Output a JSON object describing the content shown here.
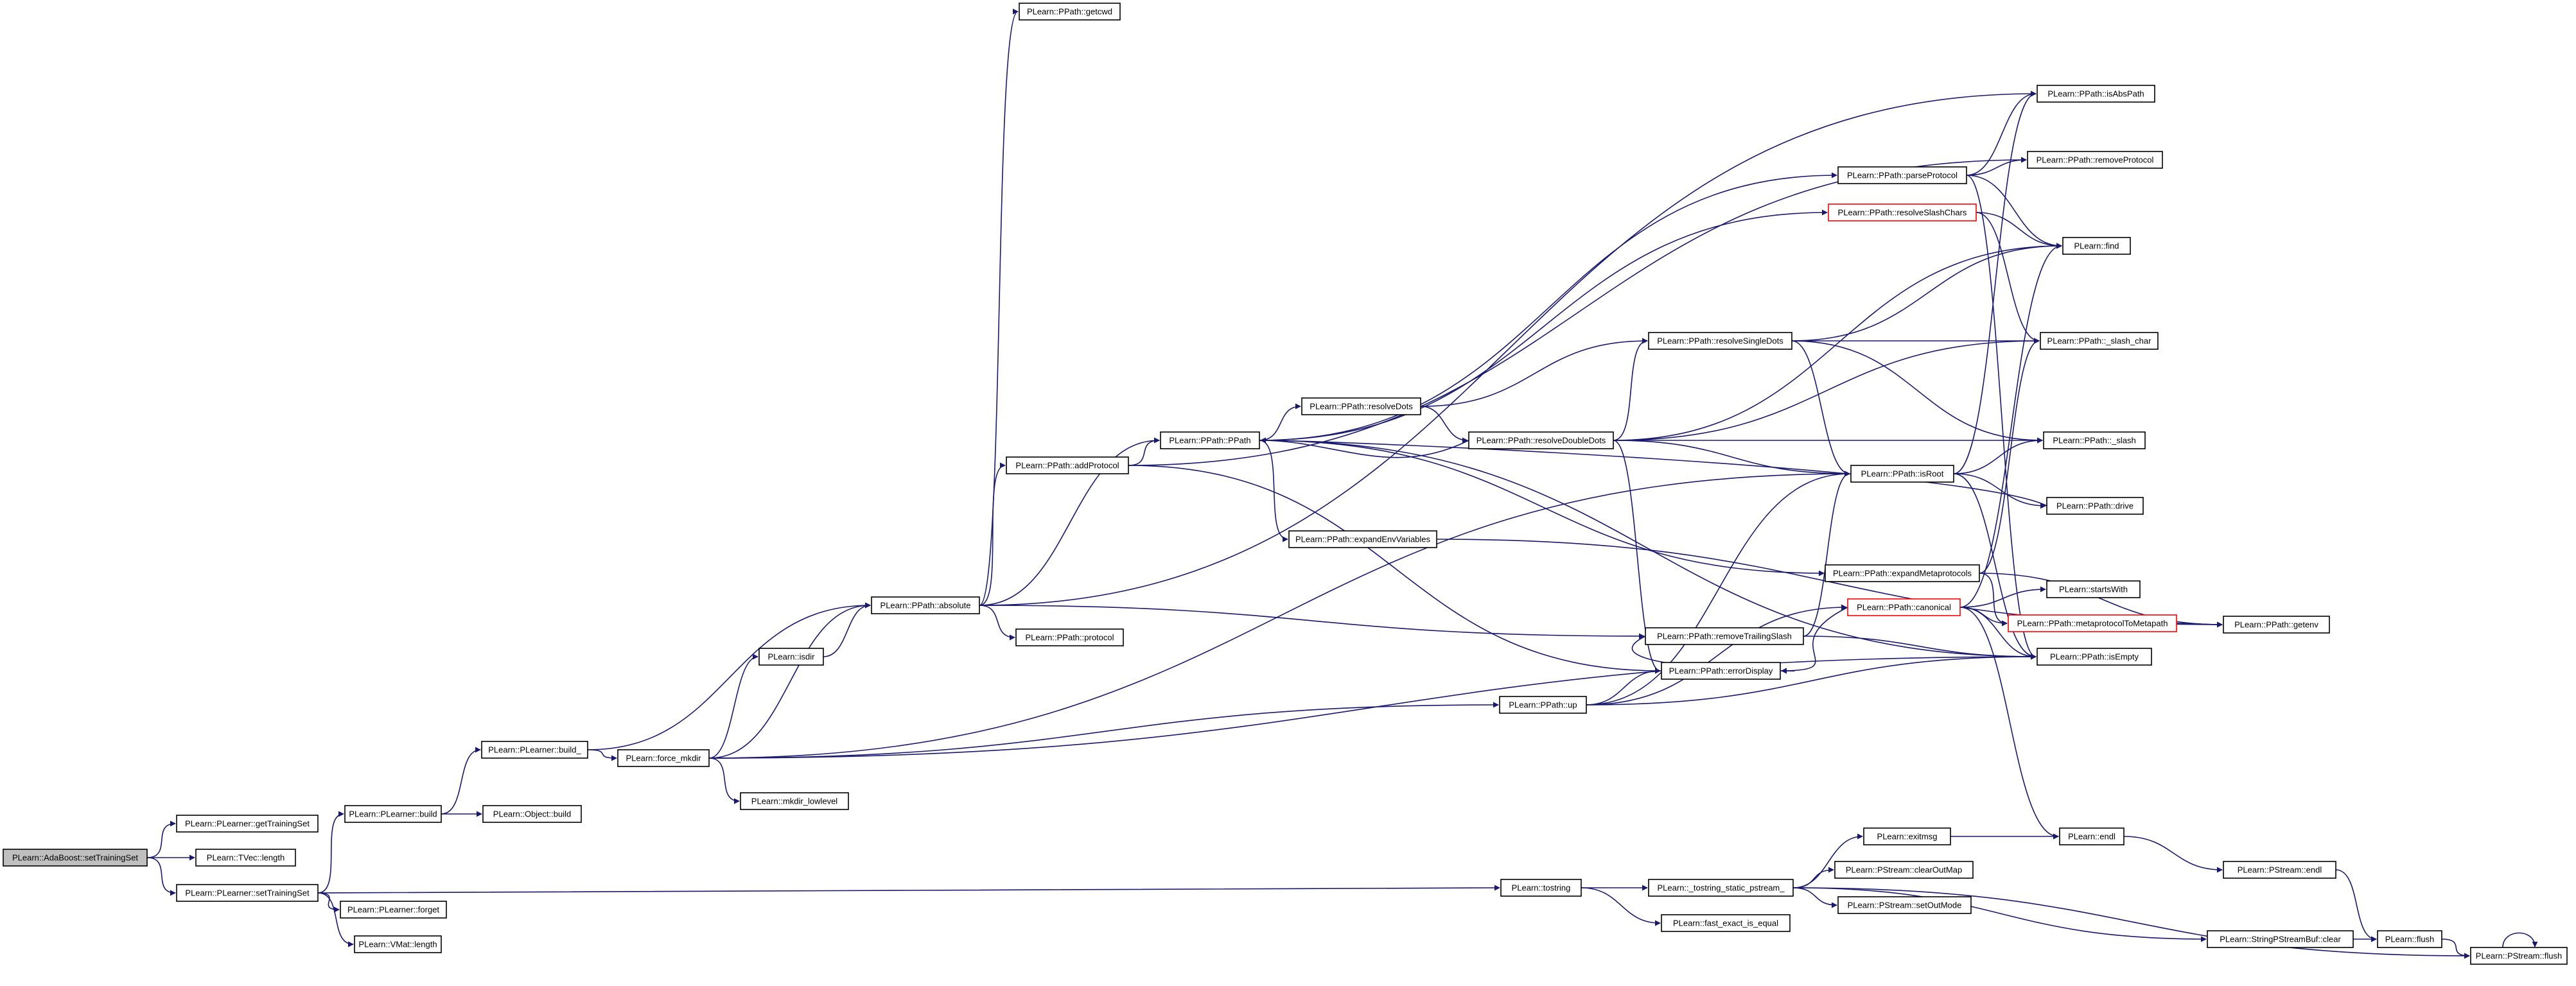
{
  "colors": {
    "edge": "#191970",
    "node_border": "#000000",
    "node_fill": "#ffffff",
    "node_highlight_border": "#ff0000",
    "root_fill": "#bfbfbf"
  },
  "nodes": [
    {
      "id": "adaboost_settrainingset",
      "label": "PLearn::AdaBoost::setTrainingSet",
      "style": "root"
    },
    {
      "id": "plearner_gettrainingset",
      "label": "PLearn::PLearner::getTrainingSet",
      "style": "normal"
    },
    {
      "id": "tvec_length",
      "label": "PLearn::TVec::length",
      "style": "normal"
    },
    {
      "id": "plearner_settrainingset",
      "label": "PLearn::PLearner::setTrainingSet",
      "style": "normal"
    },
    {
      "id": "plearner_build",
      "label": "PLearn::PLearner::build",
      "style": "normal"
    },
    {
      "id": "plearner_forget",
      "label": "PLearn::PLearner::forget",
      "style": "normal"
    },
    {
      "id": "vmat_length",
      "label": "PLearn::VMat::length",
      "style": "normal"
    },
    {
      "id": "plearner_build_",
      "label": "PLearn::PLearner::build_",
      "style": "normal"
    },
    {
      "id": "object_build",
      "label": "PLearn::Object::build",
      "style": "normal"
    },
    {
      "id": "force_mkdir",
      "label": "PLearn::force_mkdir",
      "style": "normal"
    },
    {
      "id": "isdir",
      "label": "PLearn::isdir",
      "style": "normal"
    },
    {
      "id": "mkdir_lowlevel",
      "label": "PLearn::mkdir_lowlevel",
      "style": "normal"
    },
    {
      "id": "ppath_absolute",
      "label": "PLearn::PPath::absolute",
      "style": "normal"
    },
    {
      "id": "ppath_getcwd",
      "label": "PLearn::PPath::getcwd",
      "style": "normal"
    },
    {
      "id": "ppath_addprotocol",
      "label": "PLearn::PPath::addProtocol",
      "style": "normal"
    },
    {
      "id": "ppath_protocol",
      "label": "PLearn::PPath::protocol",
      "style": "normal"
    },
    {
      "id": "ppath_ppath",
      "label": "PLearn::PPath::PPath",
      "style": "normal"
    },
    {
      "id": "ppath_resolvedots",
      "label": "PLearn::PPath::resolveDots",
      "style": "normal"
    },
    {
      "id": "ppath_expandenvvariables",
      "label": "PLearn::PPath::expandEnvVariables",
      "style": "normal"
    },
    {
      "id": "ppath_resolvedoubledots",
      "label": "PLearn::PPath::resolveDoubleDots",
      "style": "normal"
    },
    {
      "id": "ppath_resolvesingledots",
      "label": "PLearn::PPath::resolveSingleDots",
      "style": "normal"
    },
    {
      "id": "ppath_removetrailingslash",
      "label": "PLearn::PPath::removeTrailingSlash",
      "style": "normal"
    },
    {
      "id": "ppath_errordisplay",
      "label": "PLearn::PPath::errorDisplay",
      "style": "normal"
    },
    {
      "id": "ppath_up",
      "label": "PLearn::PPath::up",
      "style": "normal"
    },
    {
      "id": "ppath_parseprotocol",
      "label": "PLearn::PPath::parseProtocol",
      "style": "normal"
    },
    {
      "id": "ppath_resolveslashchars",
      "label": "PLearn::PPath::resolveSlashChars",
      "style": "highlight"
    },
    {
      "id": "ppath_isroot",
      "label": "PLearn::PPath::isRoot",
      "style": "normal"
    },
    {
      "id": "ppath_expandmetaprotocols",
      "label": "PLearn::PPath::expandMetaprotocols",
      "style": "normal"
    },
    {
      "id": "ppath_canonical",
      "label": "PLearn::PPath::canonical",
      "style": "highlight"
    },
    {
      "id": "ppath_isabspath",
      "label": "PLearn::PPath::isAbsPath",
      "style": "normal"
    },
    {
      "id": "ppath_removeprotocol",
      "label": "PLearn::PPath::removeProtocol",
      "style": "normal"
    },
    {
      "id": "find",
      "label": "PLearn::find",
      "style": "normal"
    },
    {
      "id": "ppath_slash_char",
      "label": "PLearn::PPath::_slash_char",
      "style": "normal"
    },
    {
      "id": "ppath_slash",
      "label": "PLearn::PPath::_slash",
      "style": "normal"
    },
    {
      "id": "ppath_drive",
      "label": "PLearn::PPath::drive",
      "style": "normal"
    },
    {
      "id": "startswith",
      "label": "PLearn::startsWith",
      "style": "normal"
    },
    {
      "id": "ppath_metaprotocoltometapath",
      "label": "PLearn::PPath::metaprotocolToMetapath",
      "style": "highlight"
    },
    {
      "id": "ppath_isempty",
      "label": "PLearn::PPath::isEmpty",
      "style": "normal"
    },
    {
      "id": "ppath_getenv",
      "label": "PLearn::PPath::getenv",
      "style": "normal"
    },
    {
      "id": "tostring",
      "label": "PLearn::tostring",
      "style": "normal"
    },
    {
      "id": "tostring_static_pstream",
      "label": "PLearn::_tostring_static_pstream_",
      "style": "normal"
    },
    {
      "id": "fast_exact_is_equal",
      "label": "PLearn::fast_exact_is_equal",
      "style": "normal"
    },
    {
      "id": "exitmsg",
      "label": "PLearn::exitmsg",
      "style": "normal"
    },
    {
      "id": "pstream_clearoutmap",
      "label": "PLearn::PStream::clearOutMap",
      "style": "normal"
    },
    {
      "id": "pstream_setoutmode",
      "label": "PLearn::PStream::setOutMode",
      "style": "normal"
    },
    {
      "id": "endl",
      "label": "PLearn::endl",
      "style": "normal"
    },
    {
      "id": "pstream_endl",
      "label": "PLearn::PStream::endl",
      "style": "normal"
    },
    {
      "id": "stringpstreambuf_clear",
      "label": "PLearn::StringPStreamBuf::clear",
      "style": "normal"
    },
    {
      "id": "flush",
      "label": "PLearn::flush",
      "style": "normal"
    },
    {
      "id": "pstream_flush",
      "label": "PLearn::PStream::flush",
      "style": "normal"
    }
  ],
  "edges": [
    [
      "adaboost_settrainingset",
      "plearner_gettrainingset"
    ],
    [
      "adaboost_settrainingset",
      "tvec_length"
    ],
    [
      "adaboost_settrainingset",
      "plearner_settrainingset"
    ],
    [
      "plearner_settrainingset",
      "plearner_build"
    ],
    [
      "plearner_settrainingset",
      "plearner_forget"
    ],
    [
      "plearner_settrainingset",
      "vmat_length"
    ],
    [
      "plearner_settrainingset",
      "tostring"
    ],
    [
      "plearner_build",
      "plearner_build_"
    ],
    [
      "plearner_build",
      "object_build"
    ],
    [
      "plearner_build_",
      "force_mkdir"
    ],
    [
      "plearner_build_",
      "ppath_absolute"
    ],
    [
      "force_mkdir",
      "isdir"
    ],
    [
      "force_mkdir",
      "mkdir_lowlevel"
    ],
    [
      "force_mkdir",
      "ppath_absolute"
    ],
    [
      "force_mkdir",
      "ppath_isroot"
    ],
    [
      "force_mkdir",
      "ppath_up"
    ],
    [
      "force_mkdir",
      "ppath_isempty"
    ],
    [
      "isdir",
      "ppath_absolute"
    ],
    [
      "ppath_absolute",
      "ppath_getcwd"
    ],
    [
      "ppath_absolute",
      "ppath_addprotocol"
    ],
    [
      "ppath_absolute",
      "ppath_protocol"
    ],
    [
      "ppath_absolute",
      "ppath_ppath"
    ],
    [
      "ppath_absolute",
      "ppath_isabspath"
    ],
    [
      "ppath_absolute",
      "ppath_removetrailingslash"
    ],
    [
      "ppath_addprotocol",
      "ppath_ppath"
    ],
    [
      "ppath_addprotocol",
      "ppath_removeprotocol"
    ],
    [
      "ppath_addprotocol",
      "ppath_errordisplay"
    ],
    [
      "ppath_ppath",
      "ppath_resolvedots"
    ],
    [
      "ppath_ppath",
      "ppath_expandenvvariables"
    ],
    [
      "ppath_ppath",
      "ppath_parseprotocol"
    ],
    [
      "ppath_ppath",
      "ppath_resolveslashchars"
    ],
    [
      "ppath_ppath",
      "ppath_expandmetaprotocols"
    ],
    [
      "ppath_ppath",
      "ppath_isempty"
    ],
    [
      "ppath_resolvedots",
      "ppath_resolvedoubledots"
    ],
    [
      "ppath_resolvedots",
      "ppath_resolvesingledots"
    ],
    [
      "ppath_resolvedoubledots",
      "ppath_ppath"
    ],
    [
      "ppath_resolvedoubledots",
      "ppath_resolvesingledots"
    ],
    [
      "ppath_resolvedoubledots",
      "ppath_isroot"
    ],
    [
      "ppath_resolvedoubledots",
      "ppath_slash_char"
    ],
    [
      "ppath_resolvedoubledots",
      "ppath_slash"
    ],
    [
      "ppath_resolvedoubledots",
      "find"
    ],
    [
      "ppath_resolvedoubledots",
      "ppath_errordisplay"
    ],
    [
      "ppath_resolvesingledots",
      "ppath_slash_char"
    ],
    [
      "ppath_resolvesingledots",
      "ppath_slash"
    ],
    [
      "ppath_resolvesingledots",
      "find"
    ],
    [
      "ppath_resolvesingledots",
      "ppath_isroot"
    ],
    [
      "ppath_expandenvvariables",
      "ppath_getenv"
    ],
    [
      "ppath_parseprotocol",
      "ppath_isabspath"
    ],
    [
      "ppath_parseprotocol",
      "ppath_removeprotocol"
    ],
    [
      "ppath_parseprotocol",
      "find"
    ],
    [
      "ppath_parseprotocol",
      "ppath_isempty"
    ],
    [
      "ppath_resolveslashchars",
      "find"
    ],
    [
      "ppath_resolveslashchars",
      "ppath_slash_char"
    ],
    [
      "ppath_isroot",
      "ppath_isabspath"
    ],
    [
      "ppath_isroot",
      "ppath_slash"
    ],
    [
      "ppath_isroot",
      "ppath_drive"
    ],
    [
      "ppath_isroot",
      "ppath_isempty"
    ],
    [
      "ppath_drive",
      "ppath_ppath"
    ],
    [
      "ppath_expandmetaprotocols",
      "ppath_getenv"
    ],
    [
      "ppath_expandmetaprotocols",
      "ppath_slash_char"
    ],
    [
      "ppath_expandmetaprotocols",
      "ppath_metaprotocoltometapath"
    ],
    [
      "ppath_removetrailingslash",
      "ppath_isroot"
    ],
    [
      "ppath_removetrailingslash",
      "ppath_errordisplay"
    ],
    [
      "ppath_removetrailingslash",
      "ppath_isempty"
    ],
    [
      "ppath_up",
      "ppath_errordisplay"
    ],
    [
      "ppath_up",
      "ppath_canonical"
    ],
    [
      "ppath_up",
      "ppath_isroot"
    ],
    [
      "ppath_up",
      "ppath_isempty"
    ],
    [
      "ppath_canonical",
      "startswith"
    ],
    [
      "ppath_canonical",
      "ppath_metaprotocoltometapath"
    ],
    [
      "ppath_canonical",
      "ppath_isempty"
    ],
    [
      "ppath_canonical",
      "find"
    ],
    [
      "ppath_canonical",
      "endl"
    ],
    [
      "ppath_canonical",
      "ppath_errordisplay"
    ],
    [
      "ppath_metaprotocoltometapath",
      "ppath_getenv"
    ],
    [
      "tostring",
      "tostring_static_pstream"
    ],
    [
      "tostring",
      "fast_exact_is_equal"
    ],
    [
      "tostring_static_pstream",
      "exitmsg"
    ],
    [
      "tostring_static_pstream",
      "pstream_clearoutmap"
    ],
    [
      "tostring_static_pstream",
      "pstream_setoutmode"
    ],
    [
      "tostring_static_pstream",
      "stringpstreambuf_clear"
    ],
    [
      "tostring_static_pstream",
      "pstream_flush"
    ],
    [
      "exitmsg",
      "endl"
    ],
    [
      "endl",
      "pstream_endl"
    ],
    [
      "pstream_endl",
      "flush"
    ],
    [
      "stringpstreambuf_clear",
      "flush"
    ],
    [
      "flush",
      "pstream_flush"
    ],
    [
      "pstream_flush",
      "pstream_flush"
    ]
  ]
}
